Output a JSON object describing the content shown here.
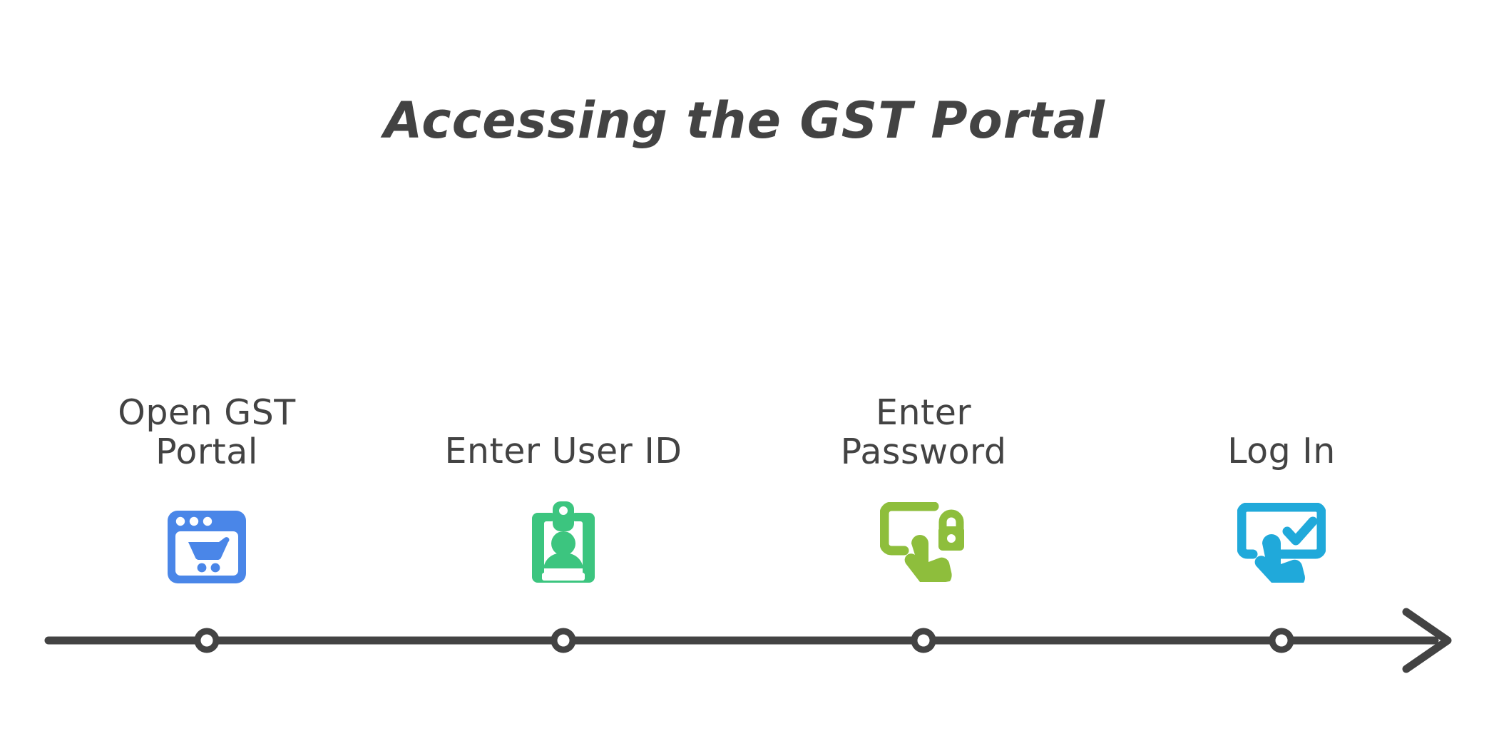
{
  "title": "Accessing the GST Portal",
  "theme": {
    "background": "#ffffff",
    "text_color": "#434343",
    "axis_color": "#434343"
  },
  "timeline": {
    "orientation": "horizontal",
    "arrow_direction": "right",
    "node_count": 4,
    "node_style": "open-circle",
    "steps": [
      {
        "index": 1,
        "label": "Open GST Portal",
        "label_lines": [
          "Open GST",
          "Portal"
        ],
        "icon": "browser-cart-icon",
        "color": "#4a86e8"
      },
      {
        "index": 2,
        "label": "Enter User ID",
        "label_lines": [
          "Enter User ID"
        ],
        "icon": "id-badge-icon",
        "color": "#3cc57f"
      },
      {
        "index": 3,
        "label": "Enter Password",
        "label_lines": [
          "Enter",
          "Password"
        ],
        "icon": "screen-lock-touch-icon",
        "color": "#8ebe3c"
      },
      {
        "index": 4,
        "label": "Log In",
        "label_lines": [
          "Log In"
        ],
        "icon": "screen-check-touch-icon",
        "color": "#20a9da"
      }
    ]
  }
}
